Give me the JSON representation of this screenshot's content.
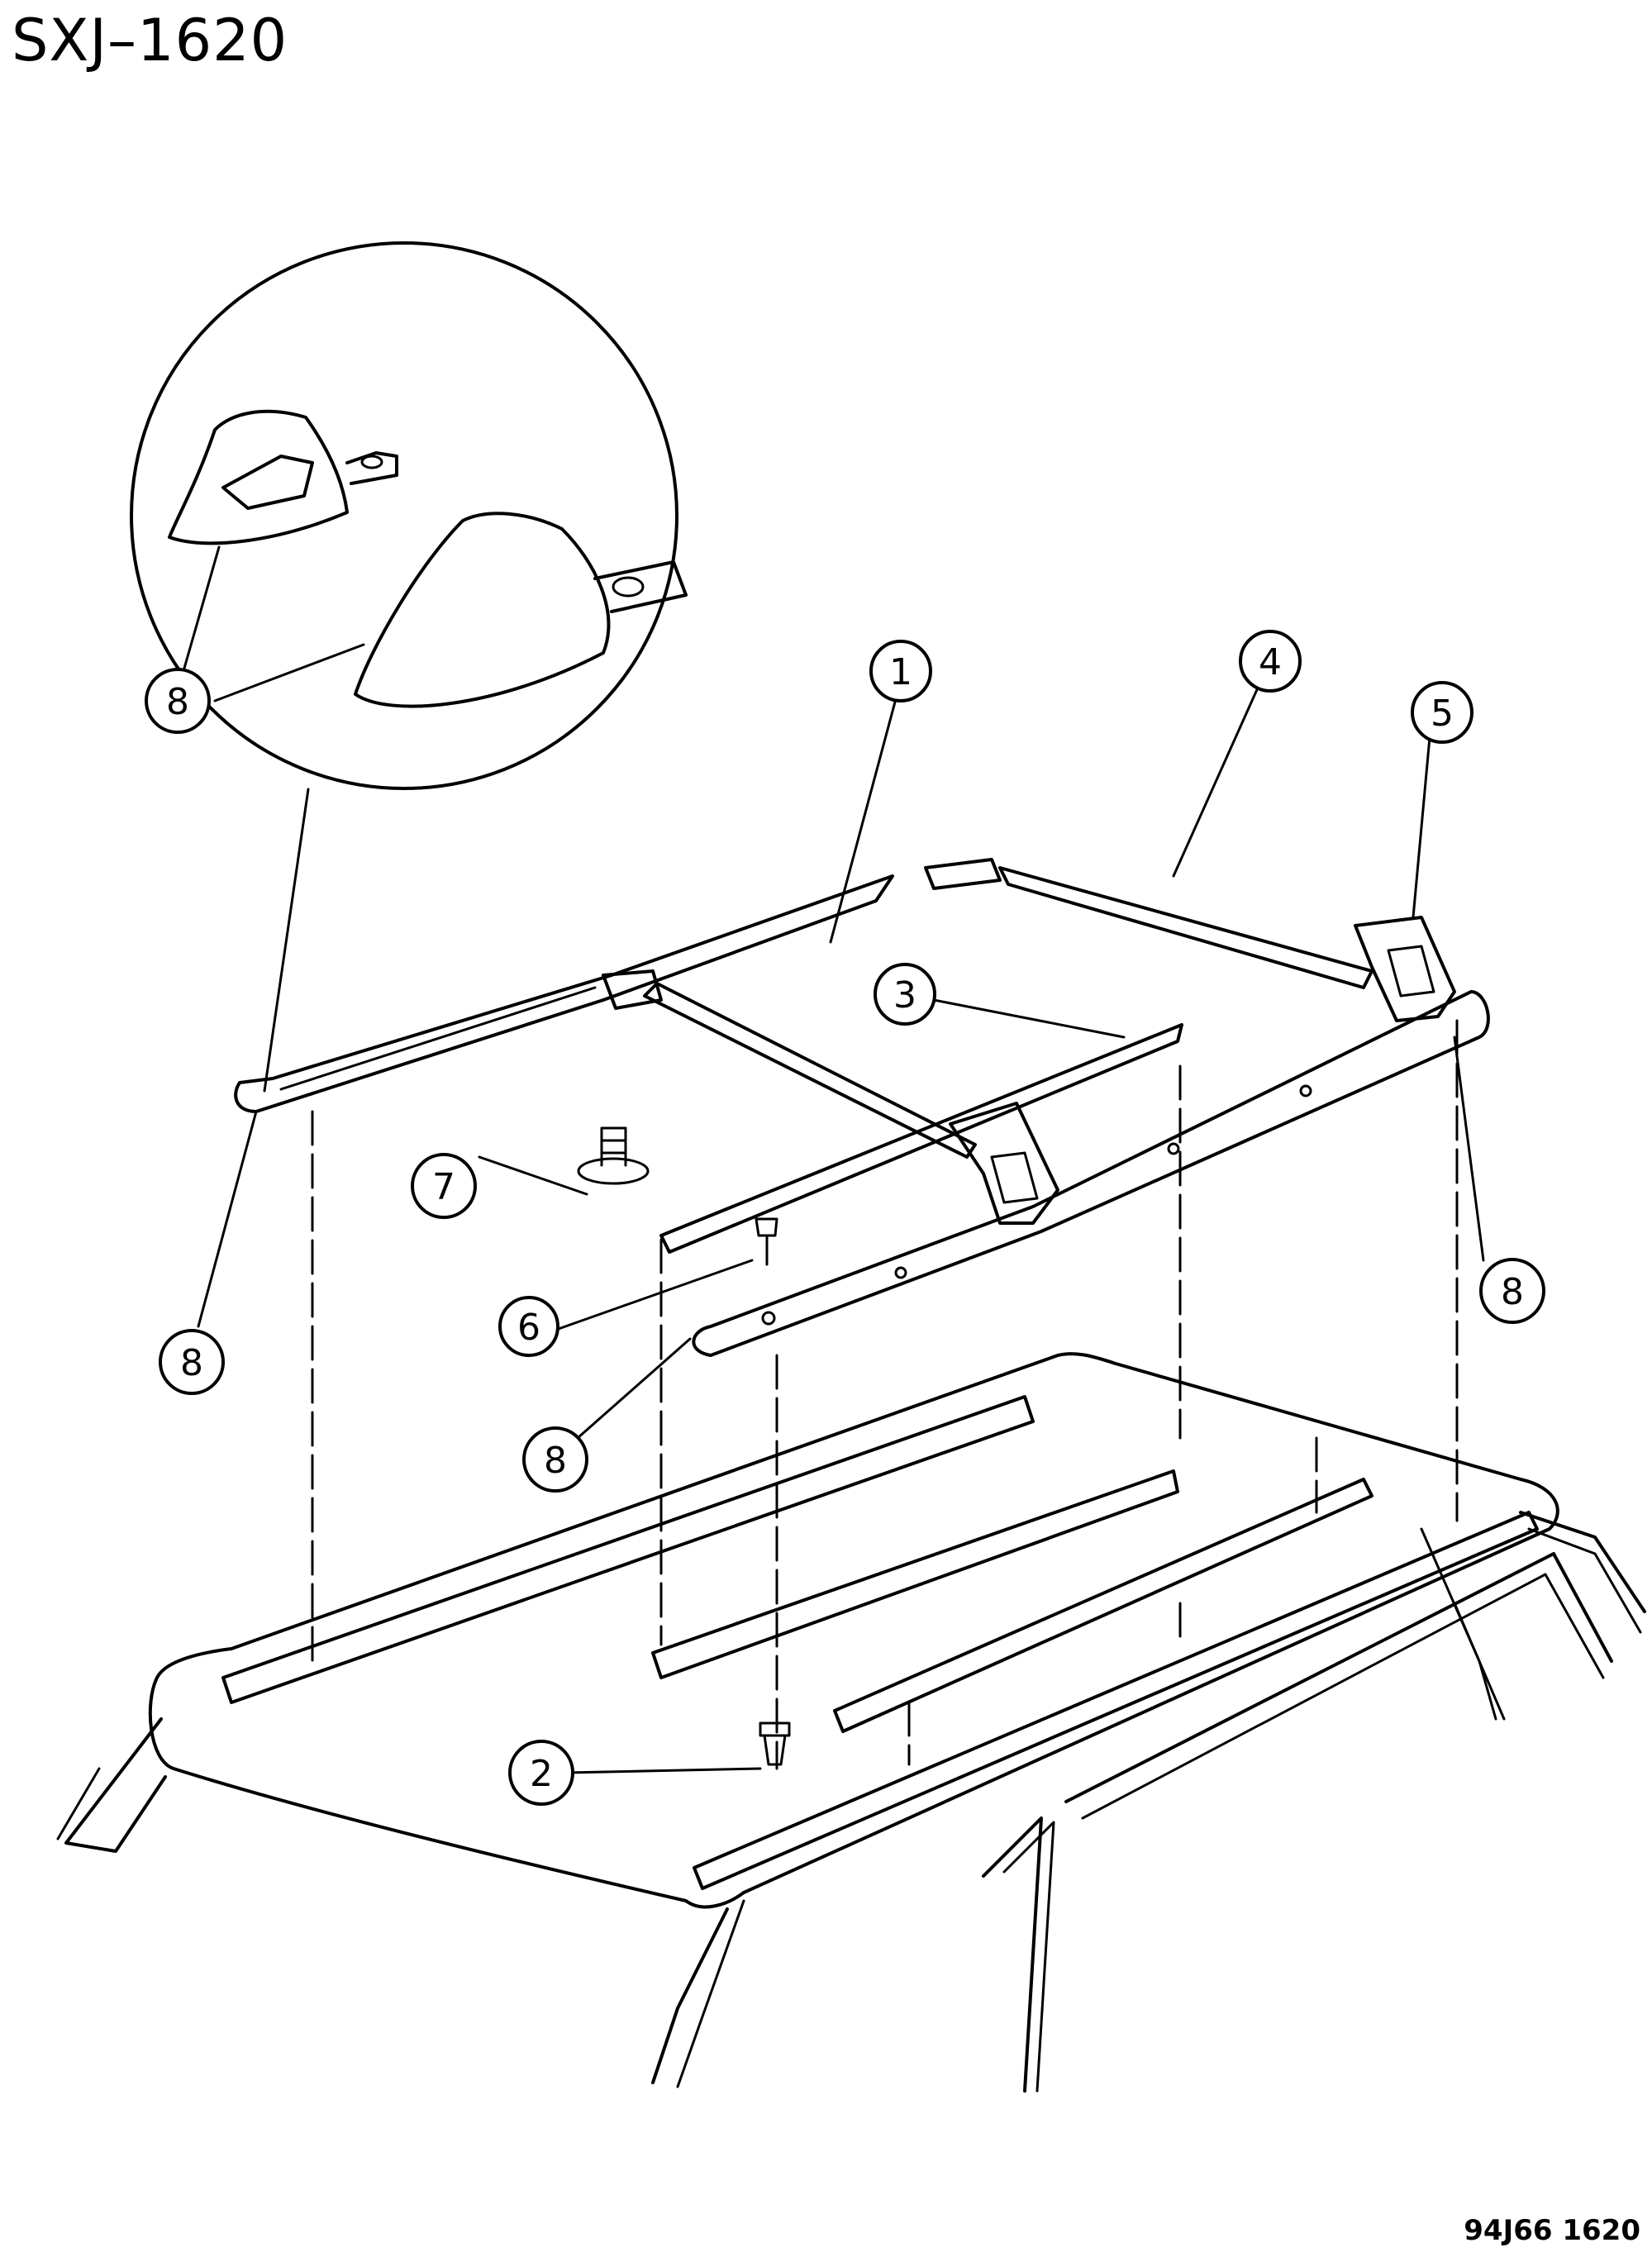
{
  "title": "SXJ–1620",
  "figure_code": "94J66  1620",
  "callouts": {
    "c1": "1",
    "c2": "2",
    "c3": "3",
    "c4": "4",
    "c5": "5",
    "c6": "6",
    "c7": "7",
    "c8_detail": "8",
    "c8_left": "8",
    "c8_front": "8",
    "c8_right": "8"
  }
}
